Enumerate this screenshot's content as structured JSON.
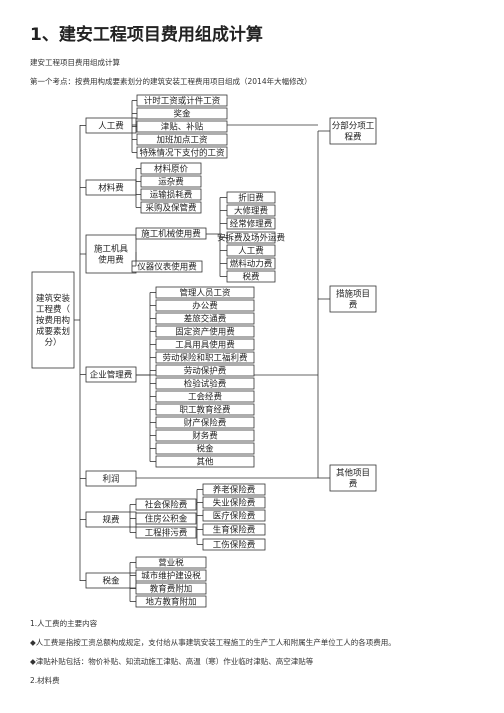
{
  "doc": {
    "title": "1、建安工程项目费用组成计算",
    "subtitle": "建安工程项目费用组成计算",
    "point": "第一个考点：按费用构成要素划分的建筑安装工程费用项目组成（2014年大幅修改）",
    "footer": [
      "1.人工费的主要内容",
      "◆人工费是指按工资总额构成规定，支付给从事建筑安装工程施工的生产工人和附属生产单位工人的各项费用。",
      "◆津贴补贴包括：物价补贴、知流动施工津贴、高温（寒）作业临时津贴、高空津贴等",
      "2.材料费"
    ]
  },
  "tree": {
    "root": "建筑安装工程费（按费用构成要素划分）",
    "right": [
      "分部分项工程费",
      "措施项目费",
      "其他项目费"
    ],
    "categories": [
      "人工费",
      "材料费",
      "施工机具使用费",
      "企业管理费",
      "利润",
      "规费",
      "税金"
    ],
    "labor": [
      "计时工资或计件工资",
      "奖金",
      "津贴、补贴",
      "加班加点工资",
      "特殊情况下支付的工资"
    ],
    "material": [
      "材料原价",
      "运杂费",
      "运输损耗费",
      "采购及保管费"
    ],
    "machine": [
      "施工机械使用费",
      "仪器仪表使用费"
    ],
    "machine_items": [
      "折旧费",
      "大修理费",
      "经常修理费",
      "安拆费及场外运费",
      "人工费",
      "燃料动力费",
      "税费"
    ],
    "mgmt": [
      "管理人员工资",
      "办公费",
      "差旅交通费",
      "固定资产使用费",
      "工具用具使用费",
      "劳动保险和职工福利费",
      "劳动保护费",
      "检验试验费",
      "工会经费",
      "职工教育经费",
      "财产保险费",
      "财务费",
      "税金",
      "其他"
    ],
    "fees": [
      "社会保险费",
      "住房公积金",
      "工程排污费"
    ],
    "social": [
      "养老保险费",
      "失业保险费",
      "医疗保险费",
      "生育保险费",
      "工伤保险费"
    ],
    "tax": [
      "营业税",
      "城市维护建设税",
      "教育费附加",
      "地方教育附加"
    ]
  }
}
